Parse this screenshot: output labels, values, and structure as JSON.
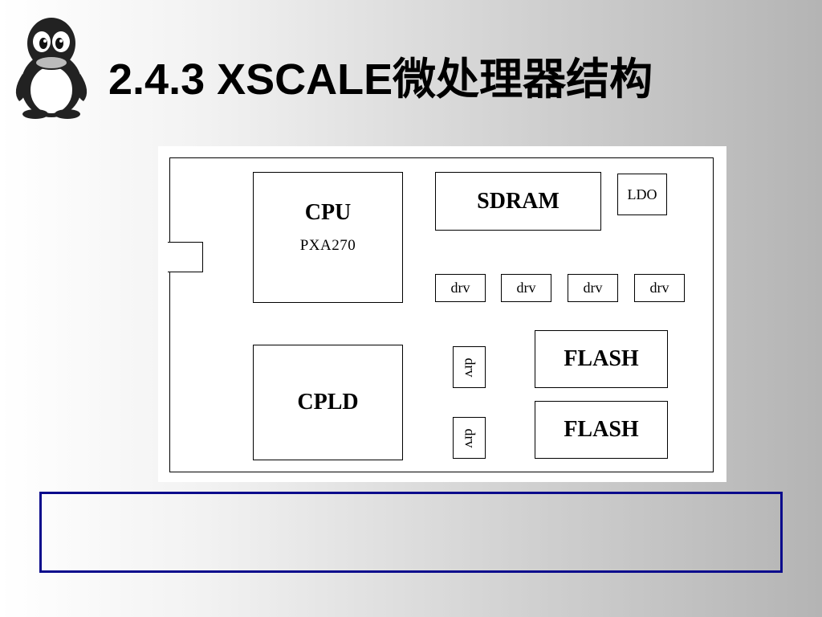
{
  "slide": {
    "title": "2.4.3  XSCALE微处理器结构",
    "logo_icon": "penguin-icon"
  },
  "diagram": {
    "cpu": {
      "label": "CPU",
      "model": "PXA270"
    },
    "sdram": "SDRAM",
    "ldo": "LDO",
    "drivers": [
      "drv",
      "drv",
      "drv",
      "drv"
    ],
    "cpld": "CPLD",
    "vertical_drivers": [
      "drv",
      "drv"
    ],
    "flash": [
      "FLASH",
      "FLASH"
    ]
  },
  "colors": {
    "text_box_border": "#0a0a8c",
    "background_start": "#ffffff",
    "background_end": "#b4b4b4"
  }
}
